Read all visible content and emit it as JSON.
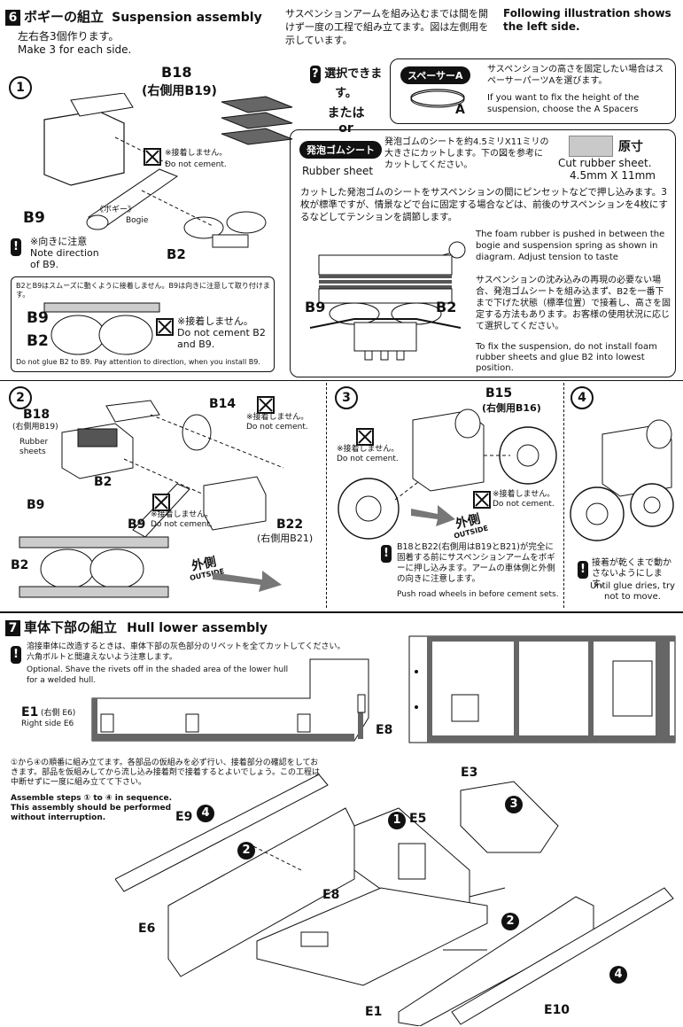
{
  "step6": {
    "number": "6",
    "title_jp": "ボギーの組立",
    "title_en": "Suspension assembly",
    "make_jp": "左右各3個作ります。",
    "make_en": "Make 3 for each side.",
    "intro_jp": "サスペンションアームを組み込むまでは間を開けず一度の工程で組み立てます。図は左側用を示しています。",
    "intro_en": "Following illustration shows the left side.",
    "select_jp": "選択できます。",
    "or_jp": "または",
    "or_en": "or",
    "spacer_label": "スペーサーA",
    "spacer_part": "A",
    "spacer_jp": "サスペンションの高さを固定したい場合はスペーサーパーツAを選びます。",
    "spacer_en": "If you want to fix the height of the suspension, choose the A Spacers",
    "rubber_label_jp": "発泡ゴムシート",
    "rubber_label_en": "Rubber sheet",
    "rubber_cut_jp": "発泡ゴムのシートを約4.5ミリX11ミリの大きさにカットします。下の図を参考にカットしてください。",
    "actual_size_jp": "原寸",
    "cut_en": "Cut rubber sheet.",
    "cut_size": "4.5mm  X  11mm",
    "tension_jp": "カットした発泡ゴムのシートをサスペンションの間にピンセットなどで押し込みます。3枚が標準ですが、情景などで台に固定する場合などは、前後のサスペンションを4枚にするなどしてテンションを調節します。",
    "tension_en": "The foam rubber is pushed in between the bogie and suspension spring as shown in diagram. Adjust tension to taste",
    "fix_jp": "サスペンションの沈み込みの再現の必要ない場合、発泡ゴムシートを組み込まず、B2を一番下まで下げた状態（標準位置）で接着し、高さを固定する方法もあります。お客様の使用状況に応じて選択してください。",
    "fix_en": "To fix the suspension, do not install foam rubber sheets and glue B2 into lowest position.",
    "sub1": {
      "num": "1",
      "b18": "B18",
      "b19": "(右側用B19)",
      "bogie_jp": "《ボギー》",
      "bogie_en": "Bogie",
      "b9": "B9",
      "b2": "B2",
      "nocement_jp": "※接着しません。",
      "nocement_en": "Do not cement.",
      "note_jp": "※向きに注意",
      "note_en": "Note direction of B9.",
      "inset_top": "B2とB9はスムーズに動くように接着しません。B9は向きに注意して取り付けます。",
      "inset_nocement_jp": "※接着しません。",
      "inset_nocement_en": "Do not cement B2 and B9.",
      "inset_bottom": "Do not glue B2 to B9. Pay attention to direction, when you install B9."
    },
    "sub2": {
      "num": "2",
      "b18": "B18",
      "b19": "(右側用B19)",
      "rubber": "Rubber sheets",
      "b14": "B14",
      "b2": "B2",
      "b9": "B9",
      "b22": "B22",
      "b21": "(右側用B21)",
      "nocement_jp": "※接着しません。",
      "nocement_en": "Do not cement.",
      "outside_jp": "外側",
      "outside_en": "OUTSIDE"
    },
    "sub3": {
      "num": "3",
      "b15": "B15",
      "b16": "(右側用B16)",
      "nocement_jp": "※接着しません。",
      "nocement_en": "Do not cement.",
      "outside_jp": "外側",
      "outside_en": "OUTSIDE",
      "note_jp": "B18とB22(右側用はB19とB21)が完全に固着する前にサスペンションアームをボギーに押し込みます。アームの車体側と外側の向きに注意します。",
      "note_en": "Push road wheels in before cement sets."
    },
    "sub4": {
      "num": "4",
      "note_jp": "接着が乾くまで動かさないようにします。",
      "note_en": "Until glue dries, try not to move."
    }
  },
  "step7": {
    "number": "7",
    "title_jp": "車体下部の組立",
    "title_en": "Hull lower assembly",
    "weld_jp": "溶接車体に改造するときは、車体下部の灰色部分のリベットを全てカットしてください。六角ボルトと間違えないよう注意します。",
    "weld_en": "Optional. Shave the rivets off in the shaded area of the lower hull for a welded hull.",
    "e1": "E1",
    "e6_jp": "(右側 E6)",
    "e6_en": "Right side E6",
    "e8": "E8",
    "seq_jp": "①から④の順番に組み立てます。各部品の仮組みを必ず行い、接着部分の確認をしておきます。部品を仮組みしてから流し込み接着剤で接着するとよいでしょう。この工程は中断せずに一度に組み立てて下さい。",
    "seq_en": "Assemble steps ① to ④ in sequence. This assembly should be performed without interruption.",
    "parts": {
      "e3": "E3",
      "e5": "E5",
      "e9": "E9",
      "e6": "E6",
      "e8": "E8",
      "e1": "E1",
      "e10": "E10"
    },
    "seq_nums": [
      "1",
      "2",
      "3",
      "4"
    ]
  }
}
